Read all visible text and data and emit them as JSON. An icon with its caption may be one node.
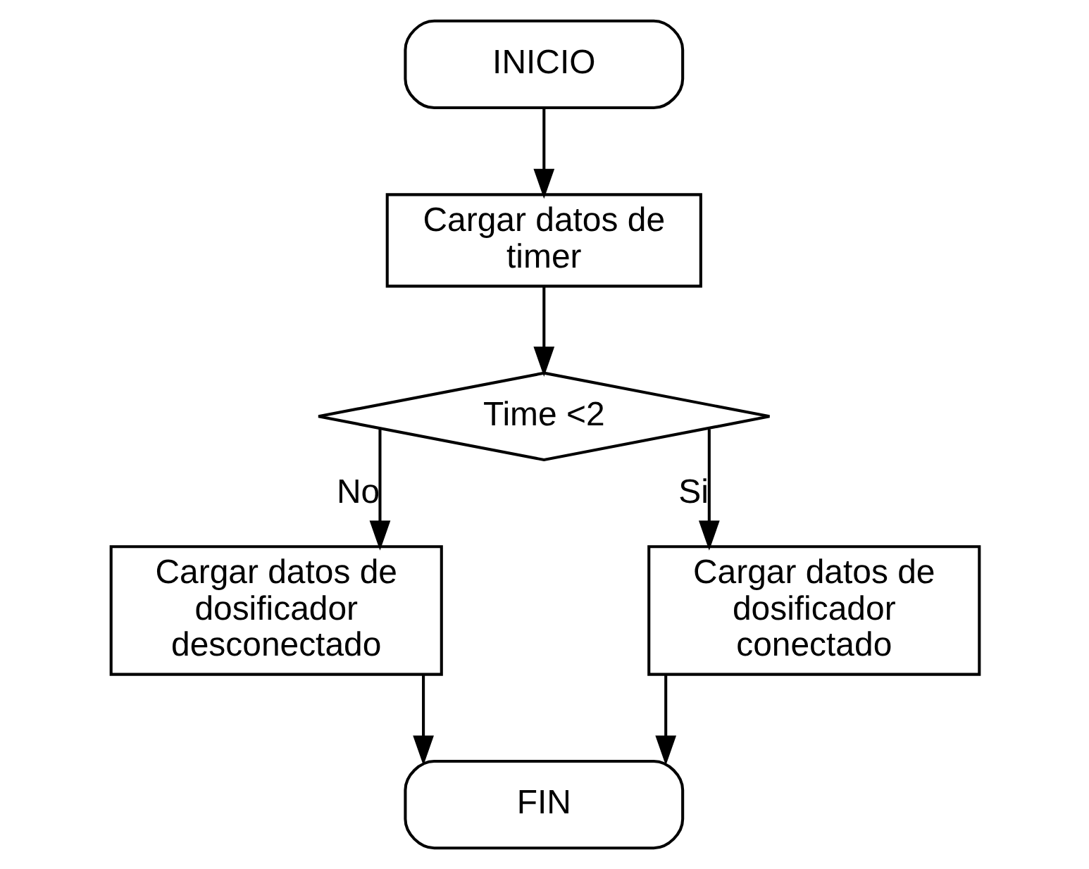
{
  "diagram": {
    "nodes": [
      {
        "text": [
          "INICIO"
        ]
      },
      {
        "text": [
          "Cargar datos de timer"
        ]
      },
      {
        "text": [
          "Time <2"
        ]
      },
      {
        "text": [
          "Cargar datos de dosificador desconectado"
        ]
      },
      {
        "text": [
          "Cargar datos de dosificador conectado"
        ]
      },
      {
        "text": [
          "FIN"
        ]
      }
    ],
    "edges": [
      {
        "from": 0,
        "to": 1,
        "arrow": "to"
      },
      {
        "from": 1,
        "to": 2,
        "arrow": "to"
      },
      {
        "from": 2,
        "to": 3,
        "arrow": "to",
        "label": "No"
      },
      {
        "from": 2,
        "to": 4,
        "arrow": "to",
        "label": "Si"
      },
      {
        "from": 3,
        "to": 5,
        "arrow": "to"
      },
      {
        "from": 4,
        "to": 5,
        "arrow": "to"
      }
    ]
  }
}
